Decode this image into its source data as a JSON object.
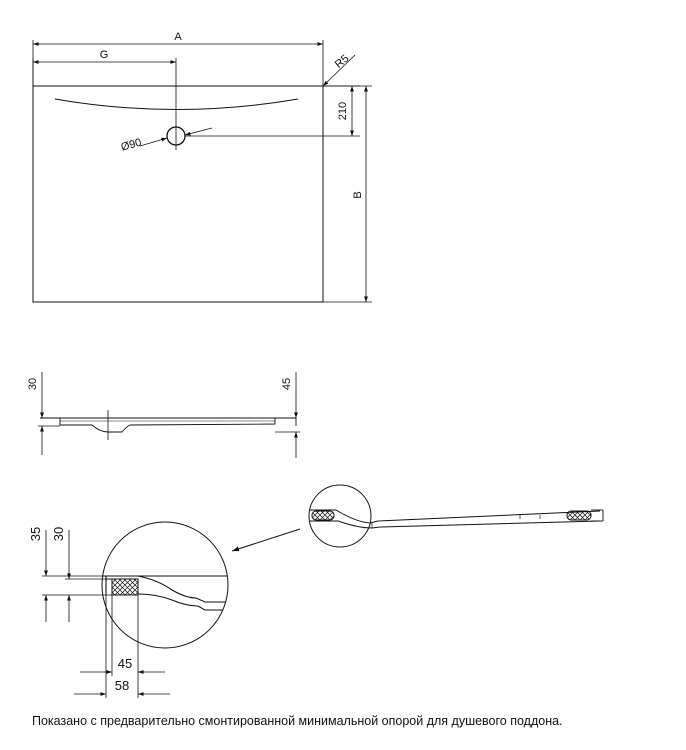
{
  "labels": {
    "dim_a": "A",
    "dim_g": "G",
    "dim_r5": "R5",
    "dim_210": "210",
    "dim_b": "B",
    "dim_d90": "Ø90",
    "side_30": "30",
    "side_45": "45",
    "detail_35": "35",
    "detail_30": "30",
    "detail_45": "45",
    "detail_58": "58"
  },
  "caption": "Показано с предварительно смонтированной минимальной опорой для душевого поддона."
}
